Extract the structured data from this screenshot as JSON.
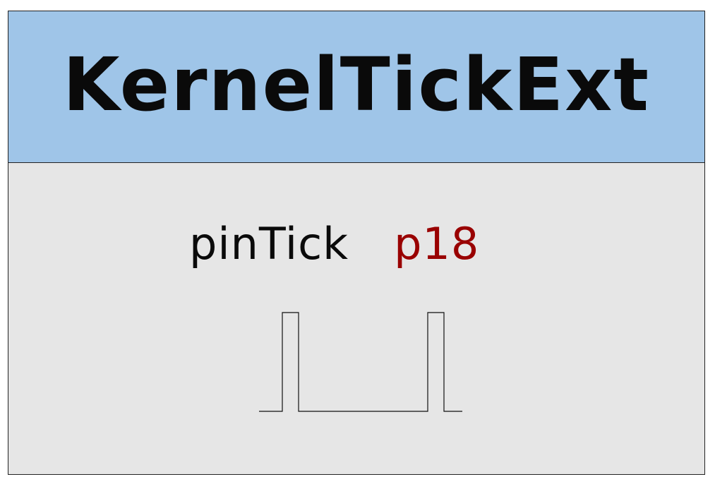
{
  "block": {
    "title": "KernelTickExt",
    "pin": {
      "label": "pinTick",
      "value": "p18"
    }
  },
  "colors": {
    "header_bg": "#9fc5e8",
    "body_bg": "#e6e6e6",
    "pin_value": "#990000"
  },
  "waveform": {
    "type": "pulse-train",
    "pulses": 2
  }
}
